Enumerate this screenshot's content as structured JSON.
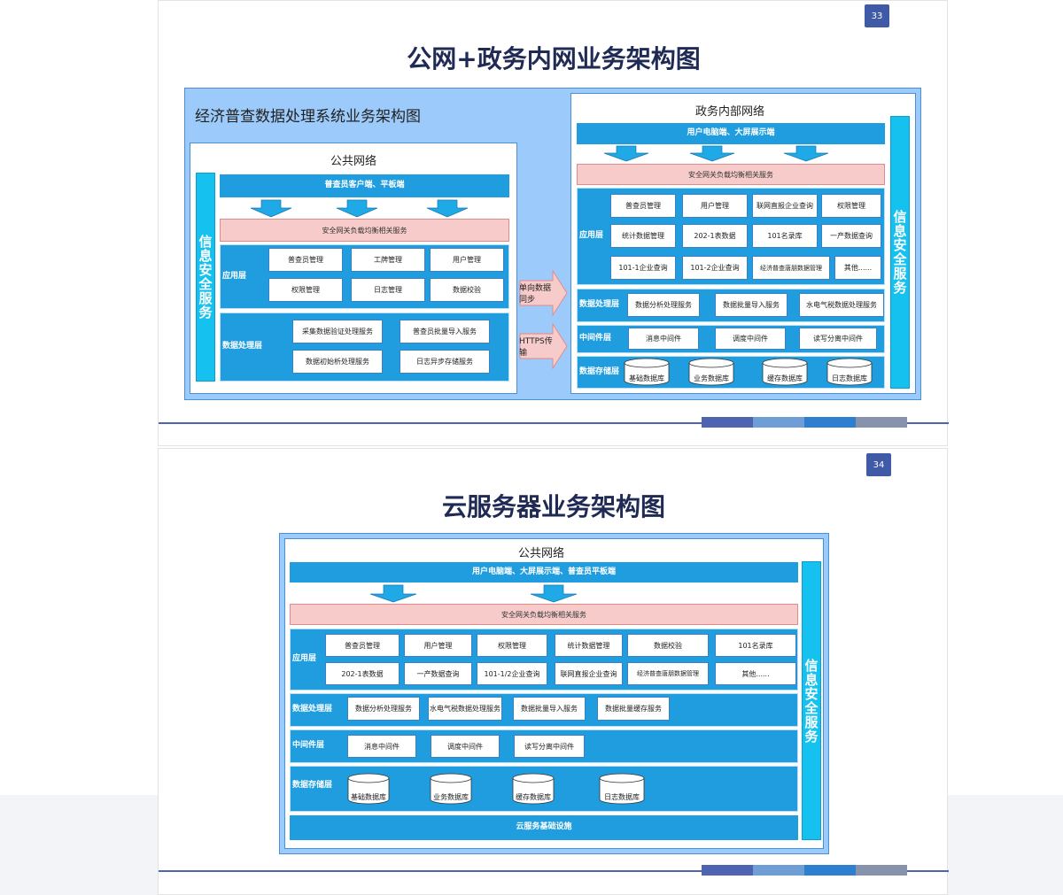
{
  "slides": [
    {
      "page_number": "33",
      "title": "公网+政务内网业务架构图",
      "diagram_title": "经济普查数据处理系统业务架构图",
      "left_panel": {
        "title": "公共网络",
        "clients": "普查员客户端、平板端",
        "gateway": "安全网关负载均衡相关服务",
        "side_label": "信息安全服务",
        "app_layer_label": "应用层",
        "app_boxes": [
          "普查员管理",
          "工牌管理",
          "用户管理",
          "权限管理",
          "日志管理",
          "数据校验"
        ],
        "data_layer_label": "数据处理层",
        "data_boxes": [
          "采集数据验证处理服务",
          "普查员批量导入服务",
          "数据初始析处理服务",
          "日志异步存储服务"
        ]
      },
      "arrows": [
        "单向数据同步",
        "HTTPS传输"
      ],
      "right_panel": {
        "title": "政务内部网络",
        "clients": "用户电脑端、大屏展示端",
        "gateway": "安全网关负载均衡相关服务",
        "side_label": "信息安全服务",
        "app_layer_label": "应用层",
        "app_boxes": [
          "普查员管理",
          "用户管理",
          "联网直报企业查询",
          "权限管理",
          "统计数据管理",
          "202-1表数据",
          "101名录库",
          "一产数据查询",
          "101-1企业查询",
          "101-2企业查询",
          "经济普查唐朋数据管理",
          "其他......"
        ],
        "data_layer_label": "数据处理层",
        "data_boxes": [
          "数据分析处理服务",
          "数据批量导入服务",
          "水电气税数据处理服务"
        ],
        "mid_layer_label": "中间件层",
        "mid_boxes": [
          "消息中间件",
          "调度中间件",
          "读写分离中间件"
        ],
        "storage_layer_label": "数据存储层",
        "storage_dbs": [
          "基础数据库",
          "业务数据库",
          "缓存数据库",
          "日志数据库"
        ]
      }
    },
    {
      "page_number": "34",
      "title": "云服务器业务架构图",
      "panel": {
        "title": "公共网络",
        "clients": "用户电脑端、大屏展示端、普查员平板端",
        "gateway": "安全网关负载均衡相关服务",
        "side_label": "信息安全服务",
        "app_layer_label": "应用层",
        "app_boxes": [
          "普查员管理",
          "用户管理",
          "权限管理",
          "统计数据管理",
          "数据校验",
          "101名录库",
          "202-1表数据",
          "一产数据查询",
          "101-1/2企业查询",
          "联网直报企业查询",
          "经济普查唐朋数据管理",
          "其他......"
        ],
        "data_layer_label": "数据处理层",
        "data_boxes": [
          "数据分析处理服务",
          "水电气税数据处理服务",
          "数据批量导入服务",
          "数据批量缓存服务"
        ],
        "mid_layer_label": "中间件层",
        "mid_boxes": [
          "消息中间件",
          "调度中间件",
          "读写分离中间件"
        ],
        "storage_layer_label": "数据存储层",
        "storage_dbs": [
          "基础数据库",
          "业务数据库",
          "缓存数据库",
          "日志数据库"
        ],
        "infra": "云服务基础设施"
      }
    }
  ],
  "colors": {
    "primary_blue": "#1f9ddf",
    "light_blue": "#9ccbfb",
    "cyan": "#15c2ef",
    "pink": "#f8cbcb",
    "title": "#1f2a55",
    "page_badge": "#3f5aa6"
  },
  "icons": [
    "down-arrow-icon",
    "right-arrow-icon",
    "database-icon"
  ]
}
